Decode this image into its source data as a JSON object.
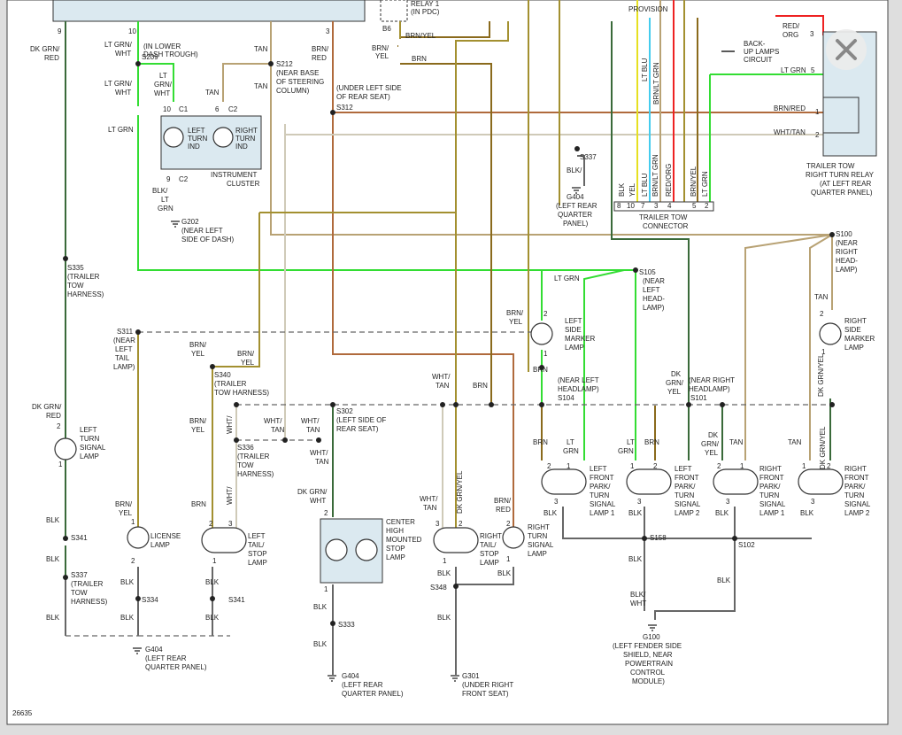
{
  "diagram": {
    "figure_number": "26635",
    "top": {
      "relay1": "RELAY 1",
      "in_pdc": "(IN PDC)",
      "b6": "B6",
      "brn_yel": "BRN/YEL",
      "brn_yel_a": "BRN/",
      "brn_yel_b": "YEL",
      "brn": "BRN",
      "provision": "PROVISION",
      "pin9": "9",
      "pin10": "10",
      "pin3": "3"
    },
    "backup_lamps": [
      "BACK-",
      "UP LAMPS",
      "CIRCUIT"
    ],
    "wires": {
      "dk_grn_red": [
        "DK GRN/",
        "RED"
      ],
      "lt_grn_wht": [
        "LT GRN/",
        "WHT"
      ],
      "lt_grn_wht3": [
        "LT",
        "GRN/",
        "WHT"
      ],
      "tan": "TAN",
      "brn_red": [
        "BRN/",
        "RED"
      ],
      "lt_grn": "LT GRN",
      "lt_grn_5": "LT GRN",
      "brn_red_1": "BRN/RED",
      "wht_tan_2": "WHT/TAN",
      "red_org": [
        "RED/",
        "ORG"
      ],
      "blk_lt_grn": [
        "BLK/",
        "LT",
        "GRN"
      ],
      "blk": "BLK",
      "blk_wht": [
        "BLK/",
        "WHT"
      ],
      "wht_tan": [
        "WHT/",
        "TAN"
      ],
      "brn_yel": [
        "BRN/",
        "YEL"
      ],
      "brn": "BRN",
      "dk_grn_wht": [
        "DK GRN/",
        "WHT"
      ],
      "dk_grn_yel": [
        "DK",
        "GRN/",
        "YEL"
      ],
      "dk_grn_yel_v": "DK GRN/YEL",
      "lt_grn_v": [
        "LT",
        "GRN"
      ],
      "lt_grn_top": "LT GRN",
      "connector_wires": [
        "BLK",
        "YEL",
        "LT BLU",
        "BRN/LT GRN",
        "RED/ORG",
        "BRN/YEL",
        "LT GRN"
      ],
      "connector_pins": [
        "8",
        "10",
        "7",
        "3",
        "4",
        "5",
        "2"
      ],
      "top_wires": [
        "LT BLU",
        "BRN/LT GRN"
      ]
    },
    "splices": {
      "s209": "S209",
      "s209_note": [
        "(IN LOWER",
        "DASH TROUGH)"
      ],
      "s212": "S212",
      "s212_note": [
        "(NEAR BASE",
        "OF STEERING",
        "COLUMN)"
      ],
      "s312": "S312",
      "s312_note": [
        "(UNDER LEFT SIDE",
        "OF REAR SEAT)"
      ],
      "s337_top": "S337",
      "s335": "S335",
      "s335_note": [
        "(TRAILER",
        "TOW",
        "HARNESS)"
      ],
      "s311": "S311",
      "s311_note": [
        "(NEAR",
        "LEFT",
        "TAIL",
        "LAMP)"
      ],
      "s340": "S340",
      "s340_note": [
        "(TRAILER",
        "TOW HARNESS)"
      ],
      "s336": "S336",
      "s336_note": [
        "(TRAILER",
        "TOW",
        "HARNESS)"
      ],
      "s302": "S302",
      "s302_note": [
        "(LEFT SIDE OF",
        "REAR SEAT)"
      ],
      "s105": "S105",
      "s105_note": [
        "(NEAR",
        "LEFT",
        "HEAD-",
        "LAMP)"
      ],
      "s100": "S100",
      "s100_note": [
        "(NEAR",
        "RIGHT",
        "HEAD-",
        "LAMP)"
      ],
      "s104": "S104",
      "s104_note": [
        "(NEAR LEFT",
        "HEADLAMP)"
      ],
      "s101": "S101",
      "s101_note": [
        "(NEAR RIGHT",
        "HEADLAMP)"
      ],
      "s158": "S158",
      "s102": "S102",
      "s341": "S341",
      "s341b": "S341",
      "s337": "S337",
      "s337_note": [
        "(TRAILER",
        "TOW",
        "HARNESS)"
      ],
      "s334": "S334",
      "s333": "S333",
      "s348": "S348"
    },
    "grounds": {
      "g202": "G202",
      "g202_note": [
        "(NEAR LEFT",
        "SIDE OF DASH)"
      ],
      "g404_top": "G404",
      "g404_top_note": [
        "(LEFT REAR",
        "QUARTER",
        "PANEL)"
      ],
      "g404a": "G404",
      "g404a_note": [
        "(LEFT REAR",
        "QUARTER PANEL)"
      ],
      "g404b": "G404",
      "g404b_note": [
        "(LEFT REAR",
        "QUARTER PANEL)"
      ],
      "g301": "G301",
      "g301_note": [
        "(UNDER RIGHT",
        "FRONT SEAT)"
      ],
      "g100": "G100",
      "g100_note": [
        "(LEFT FENDER SIDE",
        "SHIELD, NEAR",
        "POWERTRAIN",
        "CONTROL",
        "MODULE)"
      ]
    },
    "components": {
      "cluster": "INSTRUMENT",
      "cluster2": "CLUSTER",
      "left_turn_ind": [
        "LEFT",
        "TURN",
        "IND"
      ],
      "right_turn_ind": [
        "RIGHT",
        "TURN",
        "IND"
      ],
      "c1": "C1",
      "c2": "C2",
      "c2b": "C2",
      "relay": [
        "TRAILER TOW",
        "RIGHT TURN RELAY",
        "(AT LEFT REAR",
        "QUARTER PANEL)"
      ],
      "connector": [
        "TRAILER TOW",
        "CONNECTOR"
      ],
      "left_turn_signal_lamp": [
        "LEFT",
        "TURN",
        "SIGNAL",
        "LAMP"
      ],
      "license_lamp": [
        "LICENSE",
        "LAMP"
      ],
      "left_tail_stop": [
        "LEFT",
        "TAIL/",
        "STOP",
        "LAMP"
      ],
      "chmsl": [
        "CENTER",
        "HIGH",
        "MOUNTED",
        "STOP",
        "LAMP"
      ],
      "right_tail_stop": [
        "RIGHT",
        "TAIL/",
        "STOP",
        "LAMP"
      ],
      "right_turn_signal": [
        "RIGHT",
        "TURN",
        "SIGNAL",
        "LAMP"
      ],
      "left_side_marker": [
        "LEFT",
        "SIDE",
        "MARKER",
        "LAMP"
      ],
      "right_side_marker": [
        "RIGHT",
        "SIDE",
        "MARKER",
        "LAMP"
      ],
      "lf_park1": [
        "LEFT",
        "FRONT",
        "PARK/",
        "TURN",
        "SIGNAL",
        "LAMP 1"
      ],
      "lf_park2": [
        "LEFT",
        "FRONT",
        "PARK/",
        "TURN",
        "SIGNAL",
        "LAMP 2"
      ],
      "rf_park1": [
        "RIGHT",
        "FRONT",
        "PARK/",
        "TURN",
        "SIGNAL",
        "LAMP 1"
      ],
      "rf_park2": [
        "RIGHT",
        "FRONT",
        "PARK/",
        "TURN",
        "SIGNAL",
        "LAMP 2"
      ]
    },
    "pins": {
      "p10": "10",
      "p6": "6",
      "p9": "9",
      "p3": "3",
      "p2": "2",
      "p1": "1",
      "p5": "5"
    },
    "colors": {
      "lt_grn": "#33dd33",
      "brn": "#8a6a1c",
      "tan": "#b8a274",
      "wht_tan": "#cfcab8",
      "brn_red": "#b06a3c",
      "brn_yel": "#a39030",
      "yel": "#e6e022",
      "lt_blu": "#44ccee",
      "red": "#ee2222",
      "dk_grn": "#3a6a3a",
      "blk": "#666666",
      "frame_border": "#444444"
    }
  },
  "window": {
    "close_icon": "close-icon"
  }
}
